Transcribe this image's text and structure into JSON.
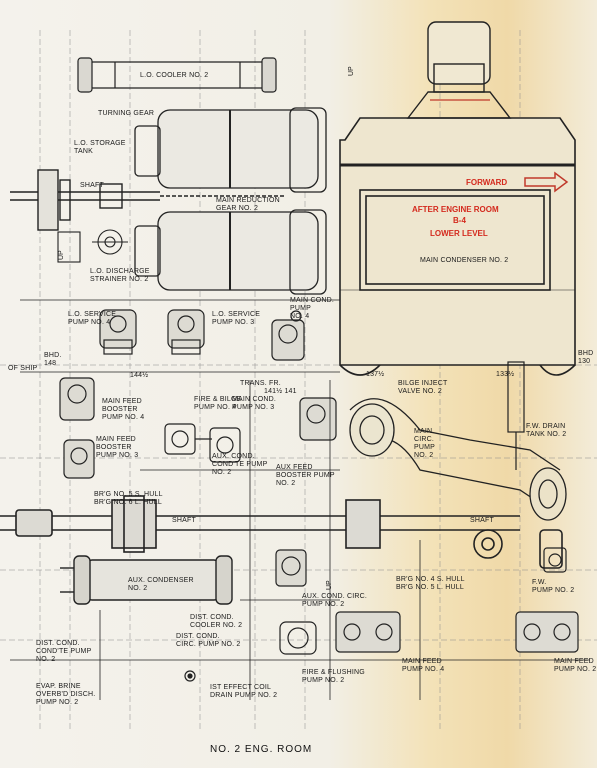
{
  "title": "NO. 2 ENG. ROOM",
  "annotations": {
    "forward": "FORWARD",
    "room_line1": "AFTER ENGINE ROOM",
    "room_line2": "B-4",
    "room_line3": "LOWER LEVEL"
  },
  "labels": {
    "lo_cooler": "L.O. COOLER NO. 2",
    "turning_gear": "TURNING GEAR",
    "lo_storage_tank": "L.O. STORAGE\nTANK",
    "shaft_upper": "SHAFT",
    "main_reduction_gear": "MAIN REDUCTION\nGEAR NO. 2",
    "lo_discharge_strainer": "L.O. DISCHARGE\nSTRAINER NO. 2",
    "main_condenser": "MAIN CONDENSER NO. 2",
    "lo_service_pump_4": "L.O. SERVICE\nPUMP NO. 4",
    "lo_service_pump_3": "L.O. SERVICE\nPUMP NO. 3",
    "main_cond_pump_4": "MAIN COND.\nPUMP\nNO. 4",
    "bhd_148": "BHD.\n148",
    "of_ship": "OF SHIP",
    "frame_144": "144½",
    "frame_141": "141½ 141",
    "frame_137": "137½",
    "frame_133": "133½",
    "bhd_130": "BHD\n130",
    "trans_fr": "TRANS. FR.",
    "main_cond_pump_3": "MAIN COND.\nPUMP NO. 3",
    "bilge_inject_valve": "BILGE INJECT\nVALVE NO. 2",
    "main_feed_booster_4": "MAIN FEED\nBOOSTER\nPUMP NO. 4",
    "fire_bilge_pump_4": "FIRE & BILGE\nPUMP NO. 4",
    "main_circ_pump": "MAIN\nCIRC.\nPUMP\nNO. 2",
    "fw_drain_tank": "F.W. DRAIN\nTANK NO. 2",
    "main_feed_booster_3": "MAIN FEED\nBOOSTER\nPUMP NO. 3",
    "aux_cond_condte_pump": "AUX. COND.\nCOND'TE PUMP\nNO. 2",
    "aux_feed_booster": "AUX FEED\nBOOSTER PUMP\nNO. 2",
    "brg_5_hull": "BR'G NO. 5 S. HULL\nBR'G NO. 6 L. HULL",
    "shaft_mid": "SHAFT",
    "shaft_right": "SHAFT",
    "aux_condenser": "AUX. CONDENSER\nNO. 2",
    "brg_4_hull": "BR'G NO. 4 S. HULL\nBR'G NO. 5 L. HULL",
    "fw_pump": "F.W.\nPUMP NO. 2",
    "aux_cond_circ_pump": "AUX. COND. CIRC.\nPUMP NO. 2",
    "dist_cond_cooler": "DIST. COND.\nCOOLER NO. 2",
    "dist_cond_circ_pump": "DIST. COND.\nCIRC. PUMP NO. 2",
    "dist_cond_condte_pump": "DIST. COND.\nCOND'TE PUMP\nNO. 2",
    "fire_flushing_pump": "FIRE & FLUSHING\nPUMP NO. 2",
    "main_feed_pump_4": "MAIN FEED\nPUMP NO. 4",
    "main_feed_pump_2": "MAIN FEED\nPUMP NO. 2",
    "evap_brine": "EVAP. BRINE\nOVERB'D DISCH.\nPUMP NO. 2",
    "first_effect_coil": "IST EFFECT COIL\nDRAIN PUMP NO. 2",
    "up": "UP"
  }
}
